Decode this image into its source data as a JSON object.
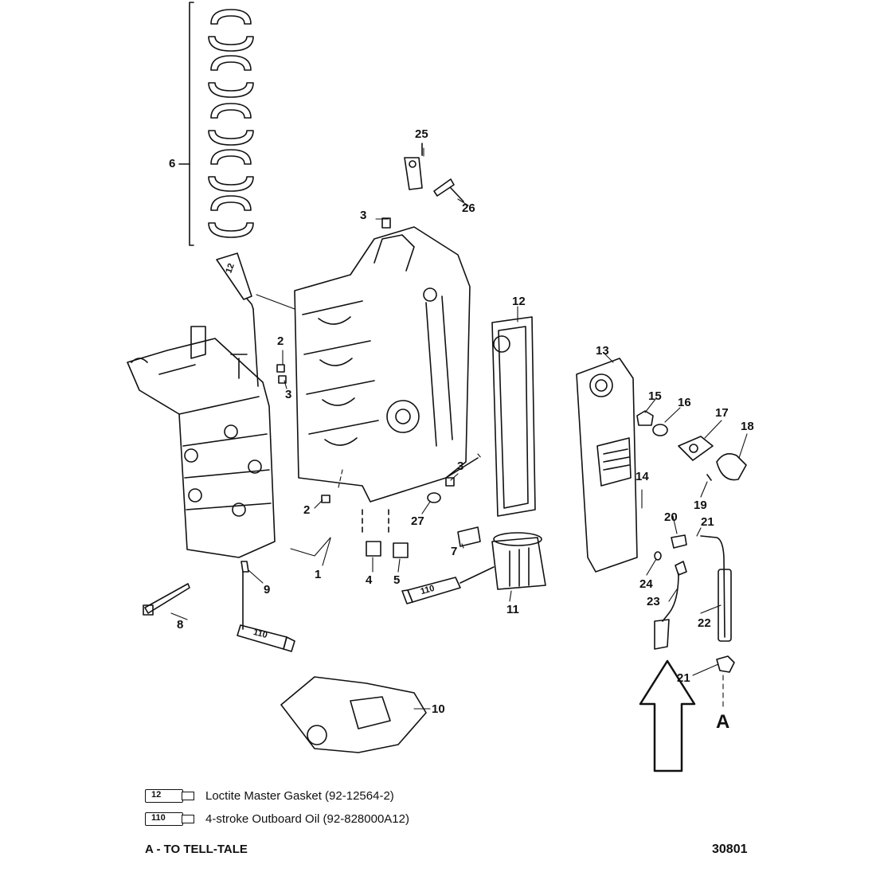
{
  "callouts": {
    "c1": "1",
    "c2a": "2",
    "c2b": "2",
    "c3a": "3",
    "c3b": "3",
    "c3c": "3",
    "c4": "4",
    "c5": "5",
    "c6": "6",
    "c7": "7",
    "c8": "8",
    "c9": "9",
    "c10": "10",
    "c11": "11",
    "c12a": "12",
    "c13": "13",
    "c14": "14",
    "c15": "15",
    "c16": "16",
    "c17": "17",
    "c18": "18",
    "c19": "19",
    "c20": "20",
    "c21a": "21",
    "c21b": "21",
    "c22": "22",
    "c23": "23",
    "c24": "24",
    "c25": "25",
    "c26": "26",
    "c27": "27"
  },
  "tube_labels": {
    "t12": "12",
    "t110a": "110",
    "t110b": "110"
  },
  "letter_a": "A",
  "legend": [
    {
      "code": "12",
      "text": "Loctite Master Gasket (92-12564-2)"
    },
    {
      "code": "110",
      "text": "4-stroke Outboard Oil (92-828000A12)"
    }
  ],
  "footer_note": "A - TO TELL-TALE",
  "figure_number": "30801"
}
